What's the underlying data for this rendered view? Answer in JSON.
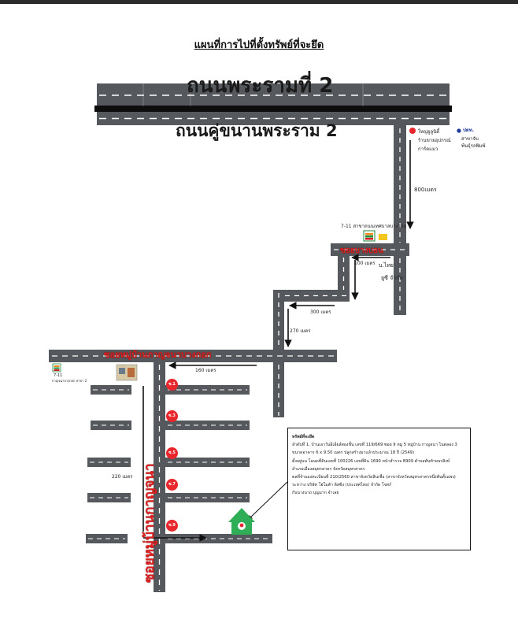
{
  "map": {
    "title": "แผนที่การไปที่ตั้งทรัพย์ที่จะยึด",
    "main_road": "ถนนพระรามที่ 2",
    "frontage_road": "ถนนคู่ขนานพระราม 2",
    "soi_label": "ซอยหมู่บ้านกาญจนาบางกอก",
    "street_label": "ซอยหมู่บ้านกาญจนา"
  },
  "landmarks": {
    "store_top": "ใหญ่ยูลูนิตี้",
    "store_top2": "ร้านขายอุปกรณ์",
    "store_top3": "การ์ดแมว",
    "ptt_name": "ปตท.",
    "ptt_sub": "สาขาจับ",
    "ptt_sub2": "พ้นธุ์รถพิมพ์",
    "seven_top": "7-11 สาขาถนนเทศบาลบางไปย",
    "seven_bottom": "7-11",
    "seven_bottom_sub": "กาญจนาบางกอก สาขา 2",
    "nw_label": "บ.ไทย",
    "company_label": "ยูซี จำกัด",
    "junction_label": "ซอยบางบอน"
  },
  "distances": {
    "d800": "800เมตร",
    "d100": "100 เมตร",
    "d300": "300 เมตร",
    "d270": "270 เมตร",
    "d160": "160 เมตร",
    "d220": "220 เมตร"
  },
  "markers": [
    "ซ.1",
    "ซ.3",
    "ซ.5",
    "ซ.7",
    "ซ.9"
  ],
  "info_box": {
    "lines": [
      "ทรัพย์ที่จะยึด",
      "ลำดับที่ 1. บ้านเอาวันอีเอียส์สองชั้น เลขที่ 119/669 ซอย 9 หมู่ 5 หมู่บ้าน กาญจนา ไนตลอง 3",
      "ขนาดอาคาร 6 x 9.50 เมตร ปลูกสร้างมาแล้วประมาณ 18 ปี (2549)",
      "ตั้งอยู่บน โฉนดที่ดินเลขที่ 100226 เลขที่ดิน 1690 หน้าสำรวจ 8909 ตำบลพันท้ายนรสิงห์",
      "อำเภอเมืองสมุทรสาคร จังหวัดสมุทรสาคร",
      "ตลที่จำนองทะเบียนที่ 210/2560 สาขาจังหวัดสินเชื่อ (สาขาจังหวัดสมุทรสาครหนึ่งพันตั้งแพง)",
      "ระหว่าง บริษัท โฮโมต้า ลิสซิ่ง (ประเทศไทย) จำกัด โจทก์",
      "กับนางนาถ บุญมาก จำเลย"
    ]
  }
}
